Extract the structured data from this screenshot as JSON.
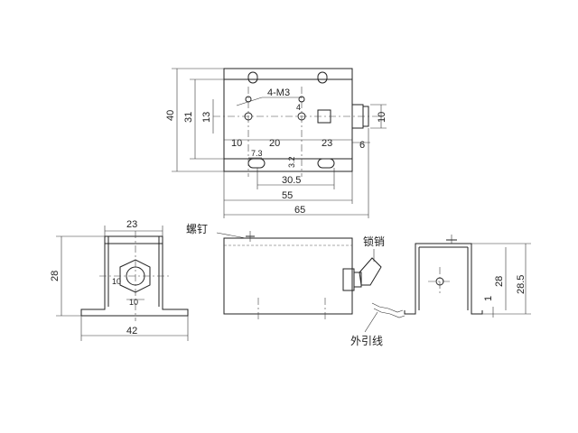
{
  "drawing": {
    "top_view": {
      "dimensions": {
        "height_outer": "40",
        "height_mid": "31",
        "height_inner": "13",
        "thread": "4-M3",
        "plunger_height": "10",
        "offset_left": "10",
        "spacing_20": "20",
        "spacing_23": "23",
        "plunger_len": "6",
        "slot_7_3": "7.3",
        "slot_3_2": "3.2",
        "span_30_5": "30.5",
        "span_55": "55",
        "span_65": "65",
        "small_4": "4"
      }
    },
    "end_view_left": {
      "dimensions": {
        "width_top": "23",
        "height": "28",
        "base_width": "42",
        "inner_10_v": "10",
        "inner_10_h": "10"
      }
    },
    "side_view": {
      "labels": {
        "screw": "螺钉",
        "lock_pin": "锁销",
        "lead_wire": "外引线"
      }
    },
    "end_view_right": {
      "dimensions": {
        "height_28": "28",
        "height_28_5": "28.5",
        "base_1": "1"
      }
    }
  }
}
